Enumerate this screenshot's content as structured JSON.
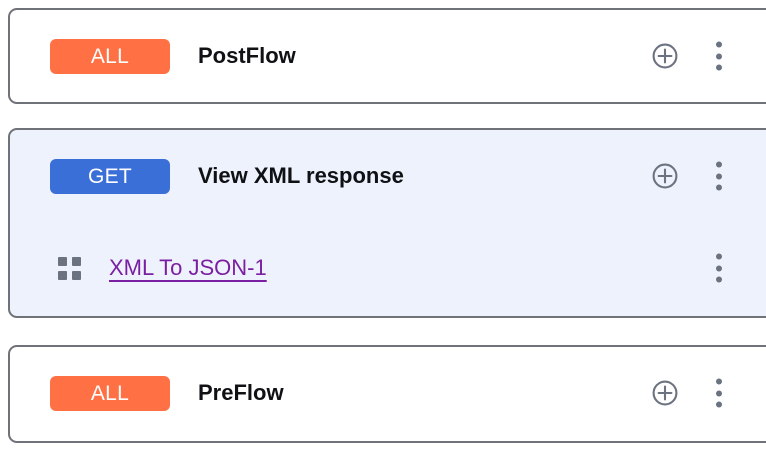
{
  "colors": {
    "badge_all": "#ff7145",
    "badge_get": "#3a6fd8",
    "card_border": "#6f7278",
    "card_selected_bg": "#eef2fc",
    "card_bg": "#ffffff",
    "policy_link": "#7b1fa2",
    "icon_gray": "#6b7280",
    "title_text": "#101114"
  },
  "flows": [
    {
      "name": "postflow-card",
      "selected": false,
      "badge": {
        "label": "ALL",
        "color": "#ff7145"
      },
      "title": "PostFlow",
      "actions": {
        "add": "add-step-icon",
        "menu": "more-options-icon"
      },
      "steps": []
    },
    {
      "name": "view-xml-response-card",
      "selected": true,
      "badge": {
        "label": "GET",
        "color": "#3a6fd8"
      },
      "title": "View XML response",
      "actions": {
        "add": "add-step-icon",
        "menu": "more-options-icon"
      },
      "steps": [
        {
          "icon": "grid-icon",
          "label": "XML To JSON-1",
          "menu": "more-options-icon"
        }
      ]
    },
    {
      "name": "preflow-card",
      "selected": false,
      "badge": {
        "label": "ALL",
        "color": "#ff7145"
      },
      "title": "PreFlow",
      "actions": {
        "add": "add-step-icon",
        "menu": "more-options-icon"
      },
      "steps": []
    }
  ]
}
